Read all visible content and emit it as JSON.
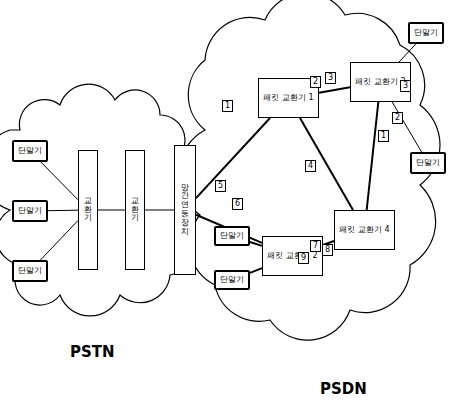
{
  "diagram": {
    "nodes": [
      {
        "text": [
          "단말기"
        ]
      },
      {
        "text": [
          "단말기"
        ]
      },
      {
        "text": [
          "단말기"
        ]
      },
      {
        "text": [
          "교환기"
        ]
      },
      {
        "text": [
          "교환기"
        ]
      },
      {
        "text": [
          "망간연동장치"
        ]
      },
      {
        "text": [
          "패킷 교환기 1"
        ]
      },
      {
        "text": [
          "패킷 교환기 3"
        ]
      },
      {
        "text": [
          "패킷 교환기 2"
        ]
      },
      {
        "text": [
          "패킷 교환기 4"
        ]
      },
      {
        "text": [
          "단말기"
        ]
      },
      {
        "text": [
          "단말기"
        ]
      },
      {
        "text": [
          "단말기"
        ]
      },
      {
        "text": [
          "단말기"
        ]
      }
    ],
    "edges": [
      {
        "from": 0,
        "to": 3,
        "arrow": "none"
      },
      {
        "from": 1,
        "to": 3,
        "arrow": "none"
      },
      {
        "from": 2,
        "to": 3,
        "arrow": "none"
      },
      {
        "from": 3,
        "to": 4,
        "arrow": "none"
      },
      {
        "from": 4,
        "to": 5,
        "arrow": "none"
      },
      {
        "from": 5,
        "to": 6,
        "arrow": "none"
      },
      {
        "from": 5,
        "to": 8,
        "arrow": "none"
      },
      {
        "from": 6,
        "to": 7,
        "arrow": "none"
      },
      {
        "from": 6,
        "to": 9,
        "arrow": "none"
      },
      {
        "from": 8,
        "to": 9,
        "arrow": "none"
      },
      {
        "from": 7,
        "to": 9,
        "arrow": "none"
      },
      {
        "from": 7,
        "to": 10,
        "arrow": "none"
      },
      {
        "from": 7,
        "to": 11,
        "arrow": "none"
      },
      {
        "from": 12,
        "to": 8,
        "arrow": "none"
      },
      {
        "from": 13,
        "to": 8,
        "arrow": "none"
      }
    ],
    "labels": [
      "PSTN",
      "PSDN",
      "1",
      "2",
      "3",
      "4",
      "5",
      "6",
      "7",
      "8",
      "9",
      "1",
      "2",
      "3"
    ]
  }
}
